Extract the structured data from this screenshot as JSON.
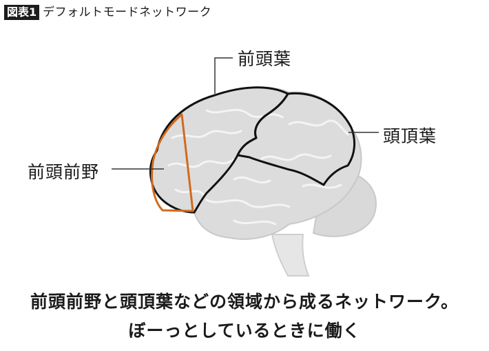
{
  "header": {
    "badge": "図表1",
    "title": "デフォルトモードネットワーク"
  },
  "labels": {
    "frontal_lobe": "前頭葉",
    "parietal_lobe": "頭頂葉",
    "prefrontal_cortex": "前頭前野"
  },
  "caption": {
    "line1": "前頭前野と頭頂葉などの領域から成るネットワーク。",
    "line2": "ぼーっとしているときに働く"
  },
  "colors": {
    "brain_fill": "#dcdcdc",
    "outline": "#111111",
    "prefrontal_highlight": "#d06a1e",
    "badge_bg": "#1c1c1c"
  }
}
